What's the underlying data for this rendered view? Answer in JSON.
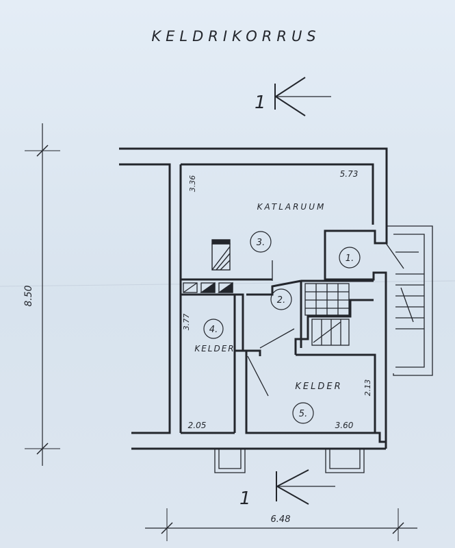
{
  "plan": {
    "title": "KELDRIKORRUS",
    "section_marker_top": "1",
    "section_marker_bottom": "1",
    "overall_height_dim": "8.50",
    "overall_width_dim": "6.48",
    "room_3": {
      "name": "KATLARUUM",
      "number": "3.",
      "dim_width": "5.73",
      "dim_height": "3.36"
    },
    "room_1": {
      "number": "1."
    },
    "room_2": {
      "number": "2."
    },
    "room_4": {
      "name": "KELDER",
      "number": "4.",
      "dim_height": "3.77",
      "dim_width": "2.05"
    },
    "room_5": {
      "name": "KELDER",
      "number": "5.",
      "dim_width": "3.60",
      "dim_height": "2.13"
    }
  },
  "colors": {
    "paper": "#dde7f1",
    "ink": "#23262c"
  }
}
